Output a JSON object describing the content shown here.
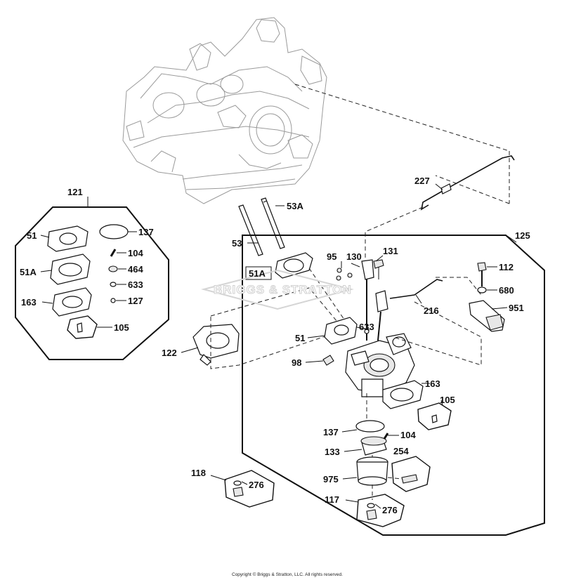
{
  "callouts": {
    "c121": "121",
    "c51_kit": "51",
    "c137_kit": "137",
    "c104_kit": "104",
    "c51A_kit": "51A",
    "c464": "464",
    "c633_kit": "633",
    "c163_kit": "163",
    "c127": "127",
    "c105_kit": "105",
    "c53A": "53A",
    "c53": "53",
    "c51A_main": "51A",
    "c122": "122",
    "c227": "227",
    "c125": "125",
    "c95": "95",
    "c130": "130",
    "c131": "131",
    "c112": "112",
    "c680": "680",
    "c216": "216",
    "c951": "951",
    "c633_main": "633",
    "c51_main": "51",
    "c98": "98",
    "c163_main": "163",
    "c105_main": "105",
    "c137_main": "137",
    "c104_main": "104",
    "c133": "133",
    "c254": "254",
    "c975": "975",
    "c118": "118",
    "c276_a": "276",
    "c117": "117",
    "c276_b": "276"
  },
  "watermark": "BRIGGS & STRATTON",
  "footer": {
    "copyright": "Copyright © Briggs & Stratton, LLC. All rights reserved."
  }
}
